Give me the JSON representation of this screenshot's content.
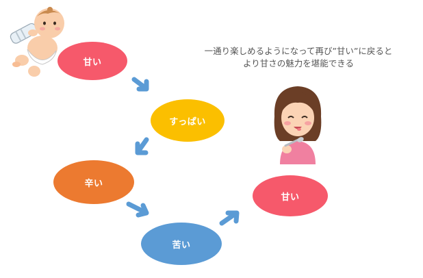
{
  "caption": {
    "line1": "一通り楽しめるようになって再び”甘い”に戻ると",
    "line2": "より甘さの魅力を堪能できる"
  },
  "nodes": {
    "sweet1": {
      "label": "甘い",
      "color": "#f6596b"
    },
    "sour": {
      "label": "すっぱい",
      "color": "#fbbf00"
    },
    "spicy": {
      "label": "辛い",
      "color": "#ec7a30"
    },
    "bitter": {
      "label": "苦い",
      "color": "#5b9bd5"
    },
    "sweet2": {
      "label": "甘い",
      "color": "#f6596b"
    }
  },
  "arrow_color": "#5b9bd5",
  "illustrations": {
    "baby": "baby-with-bottle-illustration",
    "woman": "woman-tasting-spoon-illustration"
  }
}
